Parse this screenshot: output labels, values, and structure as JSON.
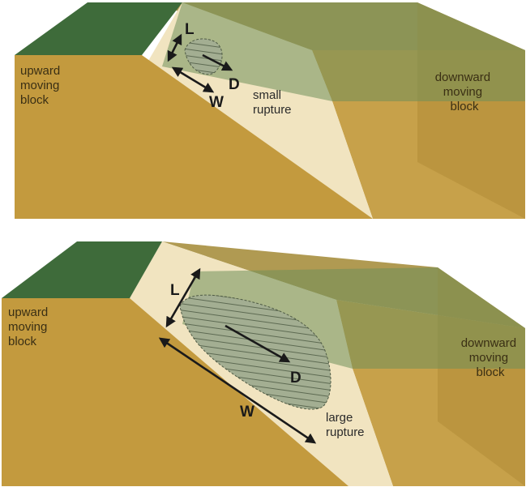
{
  "colors": {
    "grass": "#3e6b3a",
    "soil_front": "#c39a3e",
    "soil_top": "#b69a4e",
    "fault_plane": "#f1e4c0",
    "overlay_green": "#6f8f5a",
    "rupture_fill": "#9aa88a",
    "arrow": "#1a1a1a",
    "text": "#2a2a2a"
  },
  "top_diagram": {
    "upward_block_label": [
      "upward",
      "moving",
      "block"
    ],
    "downward_block_label": [
      "downward",
      "moving",
      "block"
    ],
    "rupture_label": [
      "small",
      "rupture"
    ],
    "length_label": "L",
    "width_label": "W",
    "displacement_label": "D"
  },
  "bottom_diagram": {
    "upward_block_label": [
      "upward",
      "moving",
      "block"
    ],
    "downward_block_label": [
      "downward",
      "moving",
      "block"
    ],
    "rupture_label": [
      "large",
      "rupture"
    ],
    "length_label": "L",
    "width_label": "W",
    "displacement_label": "D"
  }
}
